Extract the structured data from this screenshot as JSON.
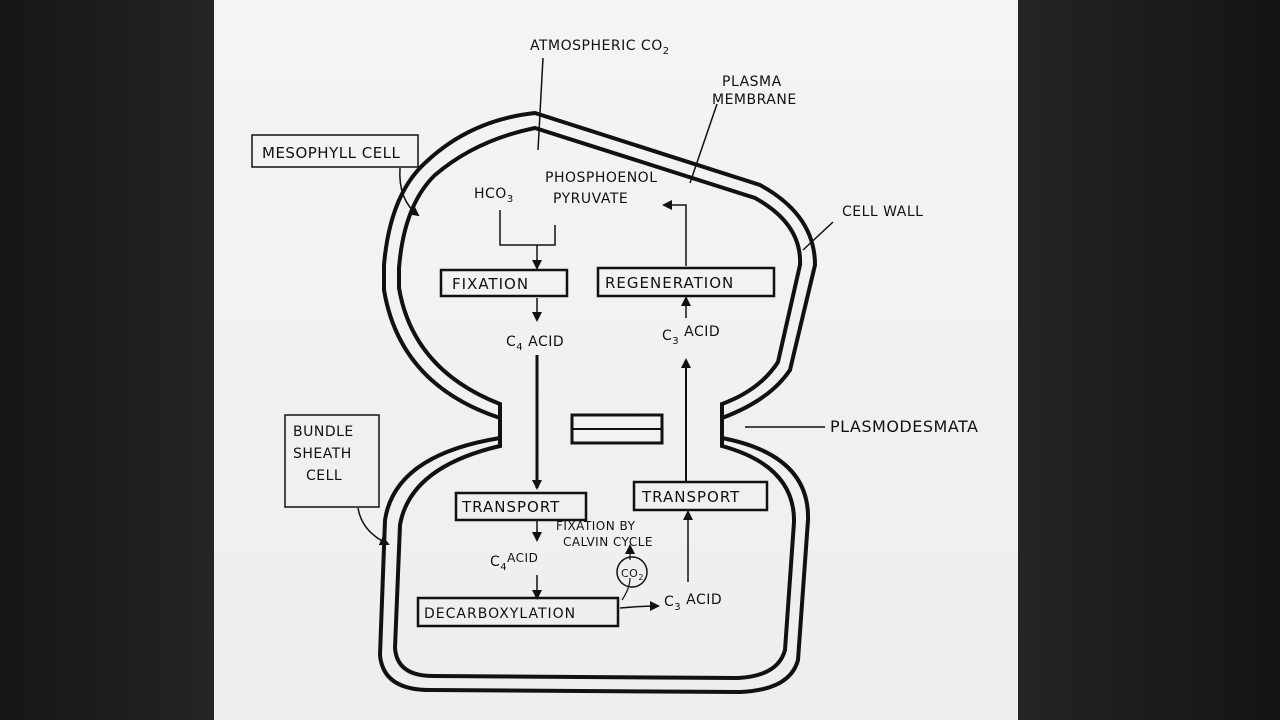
{
  "atmospheric": {
    "text": "ATMOSPHERIC CO",
    "sub": "2"
  },
  "plasma_membrane": {
    "line1": "PLASMA",
    "line2": "MEMBRANE"
  },
  "cell_wall": "CELL WALL",
  "plasmodesmata": "PLASMODESMATA",
  "mesophyll_cell": "MESOPHYLL CELL",
  "bundle_sheath": {
    "line1": "BUNDLE",
    "line2": "SHEATH",
    "line3": "CELL"
  },
  "hco3": {
    "text": "HCO",
    "sub": "3"
  },
  "pep": {
    "line1": "PHOSPHOENOL",
    "line2": "PYRUVATE"
  },
  "fixation": "FIXATION",
  "regeneration": "REGENERATION",
  "c4_acid_top": {
    "c": "C",
    "sub": "4",
    "rest": " ACID"
  },
  "c3_acid_top": {
    "c": "C",
    "sub": "3",
    "rest": " ACID"
  },
  "transport_left": "TRANSPORT",
  "transport_right": "TRANSPORT",
  "calvin": {
    "line1": "FIXATION BY",
    "line2": "CALVIN CYCLE"
  },
  "c4_acid_bottom": {
    "c": "C",
    "sub": "4",
    "rest": "ACID"
  },
  "co2_circle": {
    "text": "CO",
    "sub": "2"
  },
  "decarboxylation": "DECARBOXYLATION",
  "c3_acid_bottom": {
    "c": "C",
    "sub": "3",
    "rest": " ACID"
  }
}
